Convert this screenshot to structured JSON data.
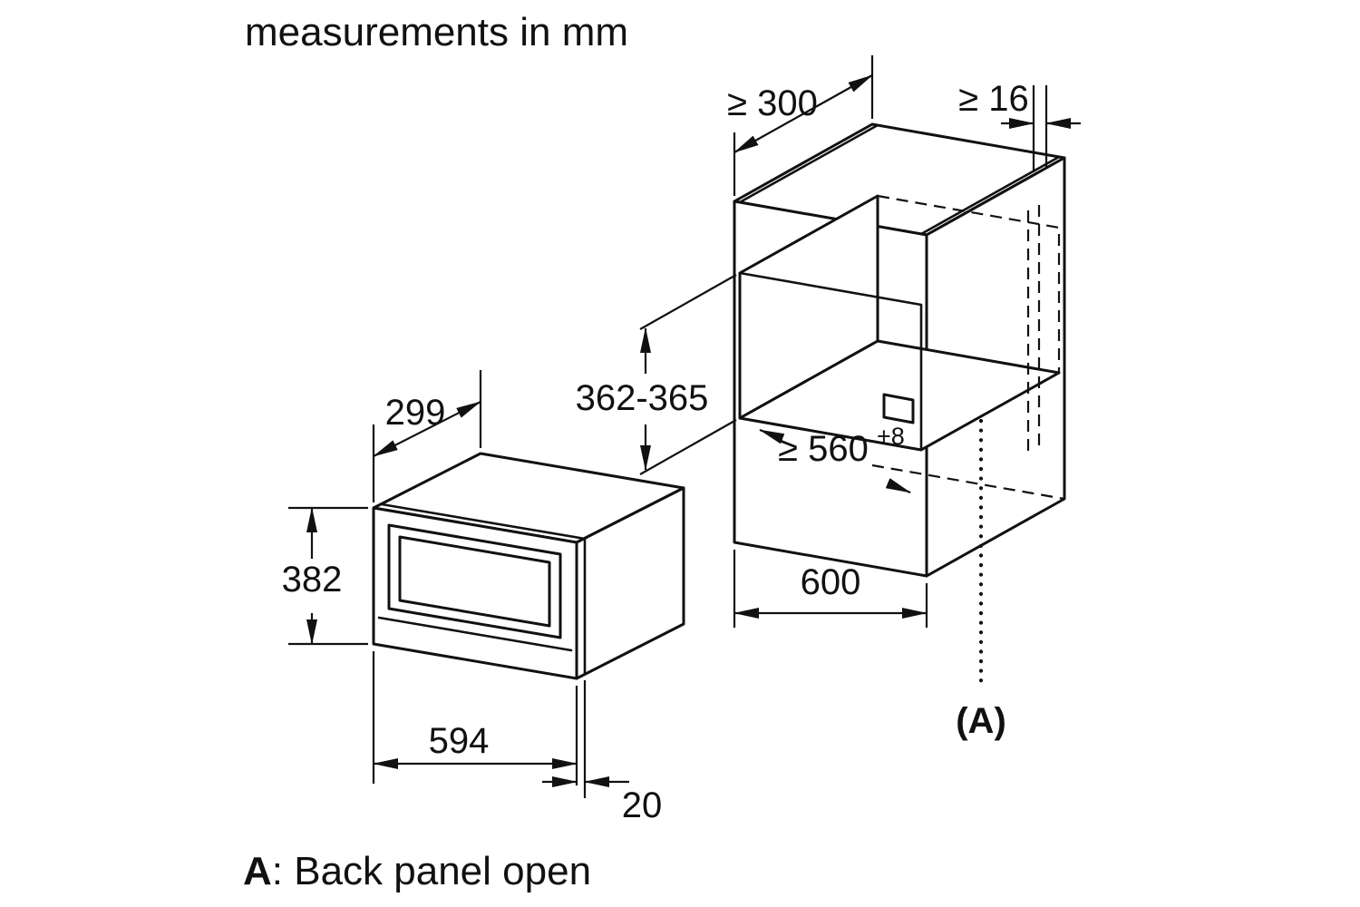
{
  "title": "measurements in mm",
  "legend": {
    "key": "A",
    "text": ": Back panel open"
  },
  "colors": {
    "line": "#111111",
    "background": "#ffffff"
  },
  "microwave": {
    "depth": "299",
    "height": "382",
    "width": "594",
    "frame_depth": "20"
  },
  "cabinet": {
    "min_depth": "≥ 300",
    "min_panel_thickness": "≥ 16",
    "niche_height": "362-365",
    "min_niche_width": "≥ 560",
    "niche_width_tolerance": "+8",
    "width": "600",
    "back_panel_ref": "(A)"
  }
}
